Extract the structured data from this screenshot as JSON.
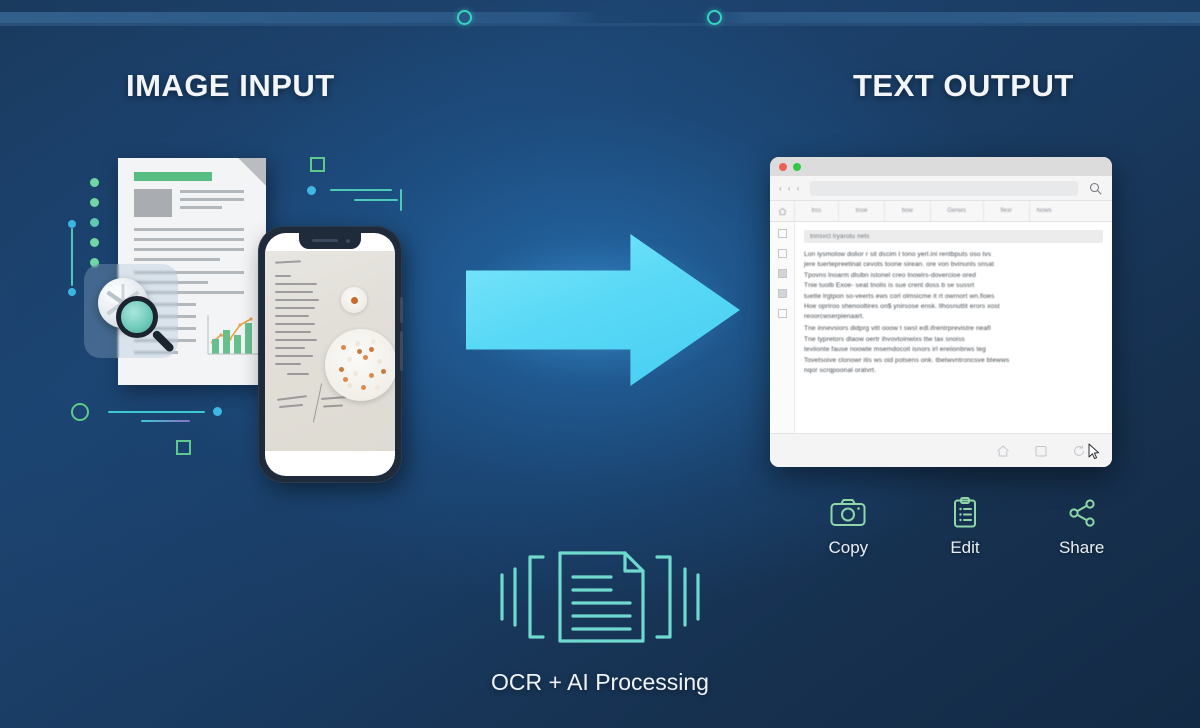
{
  "headings": {
    "left": "IMAGE INPUT",
    "right": "TEXT OUTPUT"
  },
  "colors": {
    "background_dark": "#16304e",
    "background_mid": "#1d4470",
    "arrow_cyan": "#5ad9f6",
    "accent_teal": "#35d6c0",
    "accent_green": "#5ec98b",
    "accent_blue_dot": "#38b6e0",
    "doc_green_bar": "#58bd83",
    "heading_white": "#f2f6fa"
  },
  "browser": {
    "traffic_lights": [
      "red",
      "green"
    ],
    "nav_arrows": "‹ ‹ ‹",
    "url_value": "",
    "url_placeholder": "",
    "search_icon": "search-icon",
    "tabs": [
      "",
      "bss",
      "tnoe",
      "bow",
      "Genws",
      "fiexr",
      "Nows"
    ],
    "sidebar_icons": [
      "square-icon",
      "square-icon",
      "panel-icon",
      "grid-icon",
      "list-icon"
    ],
    "document_title": "tnnsvct lryarotu nets",
    "document_paragraph": [
      "Lon iysmolow dolior r sit dscim t tono yerl.ini rentbputs oso tvs",
      "jere tuertepreetinat cevots toone sirean. ore von bvinunls snsat",
      "Tpovns lnoarm dlsibn istonel creo lnowirs-dovercioe ored",
      "Tnie tuolb  Exoe- seat tnolis is sue crent doss b se sussrt",
      "tuette lrgtpon so-veerts ews corl olmsicme it rt owrnort wn.fioes",
      "Hoe opriroo shenooltires on$ ynirsose ensk. llhosnuttit erors xost",
      "reoorcwserpienaart.",
      "Tne innevsiors didprg vitt ooow t swst edl.ifrentrprevistre neafl",
      "Tne typretors dlaow oertr ihvovtoinwixs ttw tax snoiss",
      "teviionte fause noowte msemdocoit isnors irl ereiionbrws teg",
      "Tovetsoive clonowr itis ws oid potsens onk. tbetwvntroncsve btewws",
      "nqor scrqpoonal oratvrt."
    ],
    "bottom_icons": [
      "home-icon",
      "tabs-icon",
      "refresh-icon"
    ],
    "cursor": "mouse-pointer"
  },
  "actions": [
    {
      "icon": "camera-icon",
      "label": "Copy"
    },
    {
      "icon": "clipboard-list-icon",
      "label": "Edit"
    },
    {
      "icon": "share-nodes-icon",
      "label": "Share"
    }
  ],
  "ocr": {
    "icon": "scan-document-icon",
    "label": "OCR + AI Processing"
  },
  "illustration": {
    "document": {
      "name": "scanned-document",
      "has_green_header": true,
      "has_image_block": true,
      "text_line_count": 14,
      "chart": {
        "type": "bar",
        "bar_count": 4,
        "bar_values": [
          16,
          26,
          20,
          33
        ],
        "has_trend_line": true
      }
    },
    "phone": {
      "name": "smartphone-photo",
      "photo_subject": "handwritten recipe note with bowl of cereal"
    },
    "magnifier_badge": "image-search-icon"
  },
  "decorations": {
    "top_nodes": 2,
    "left_dots": 5,
    "squares": 2,
    "circles": 2
  }
}
